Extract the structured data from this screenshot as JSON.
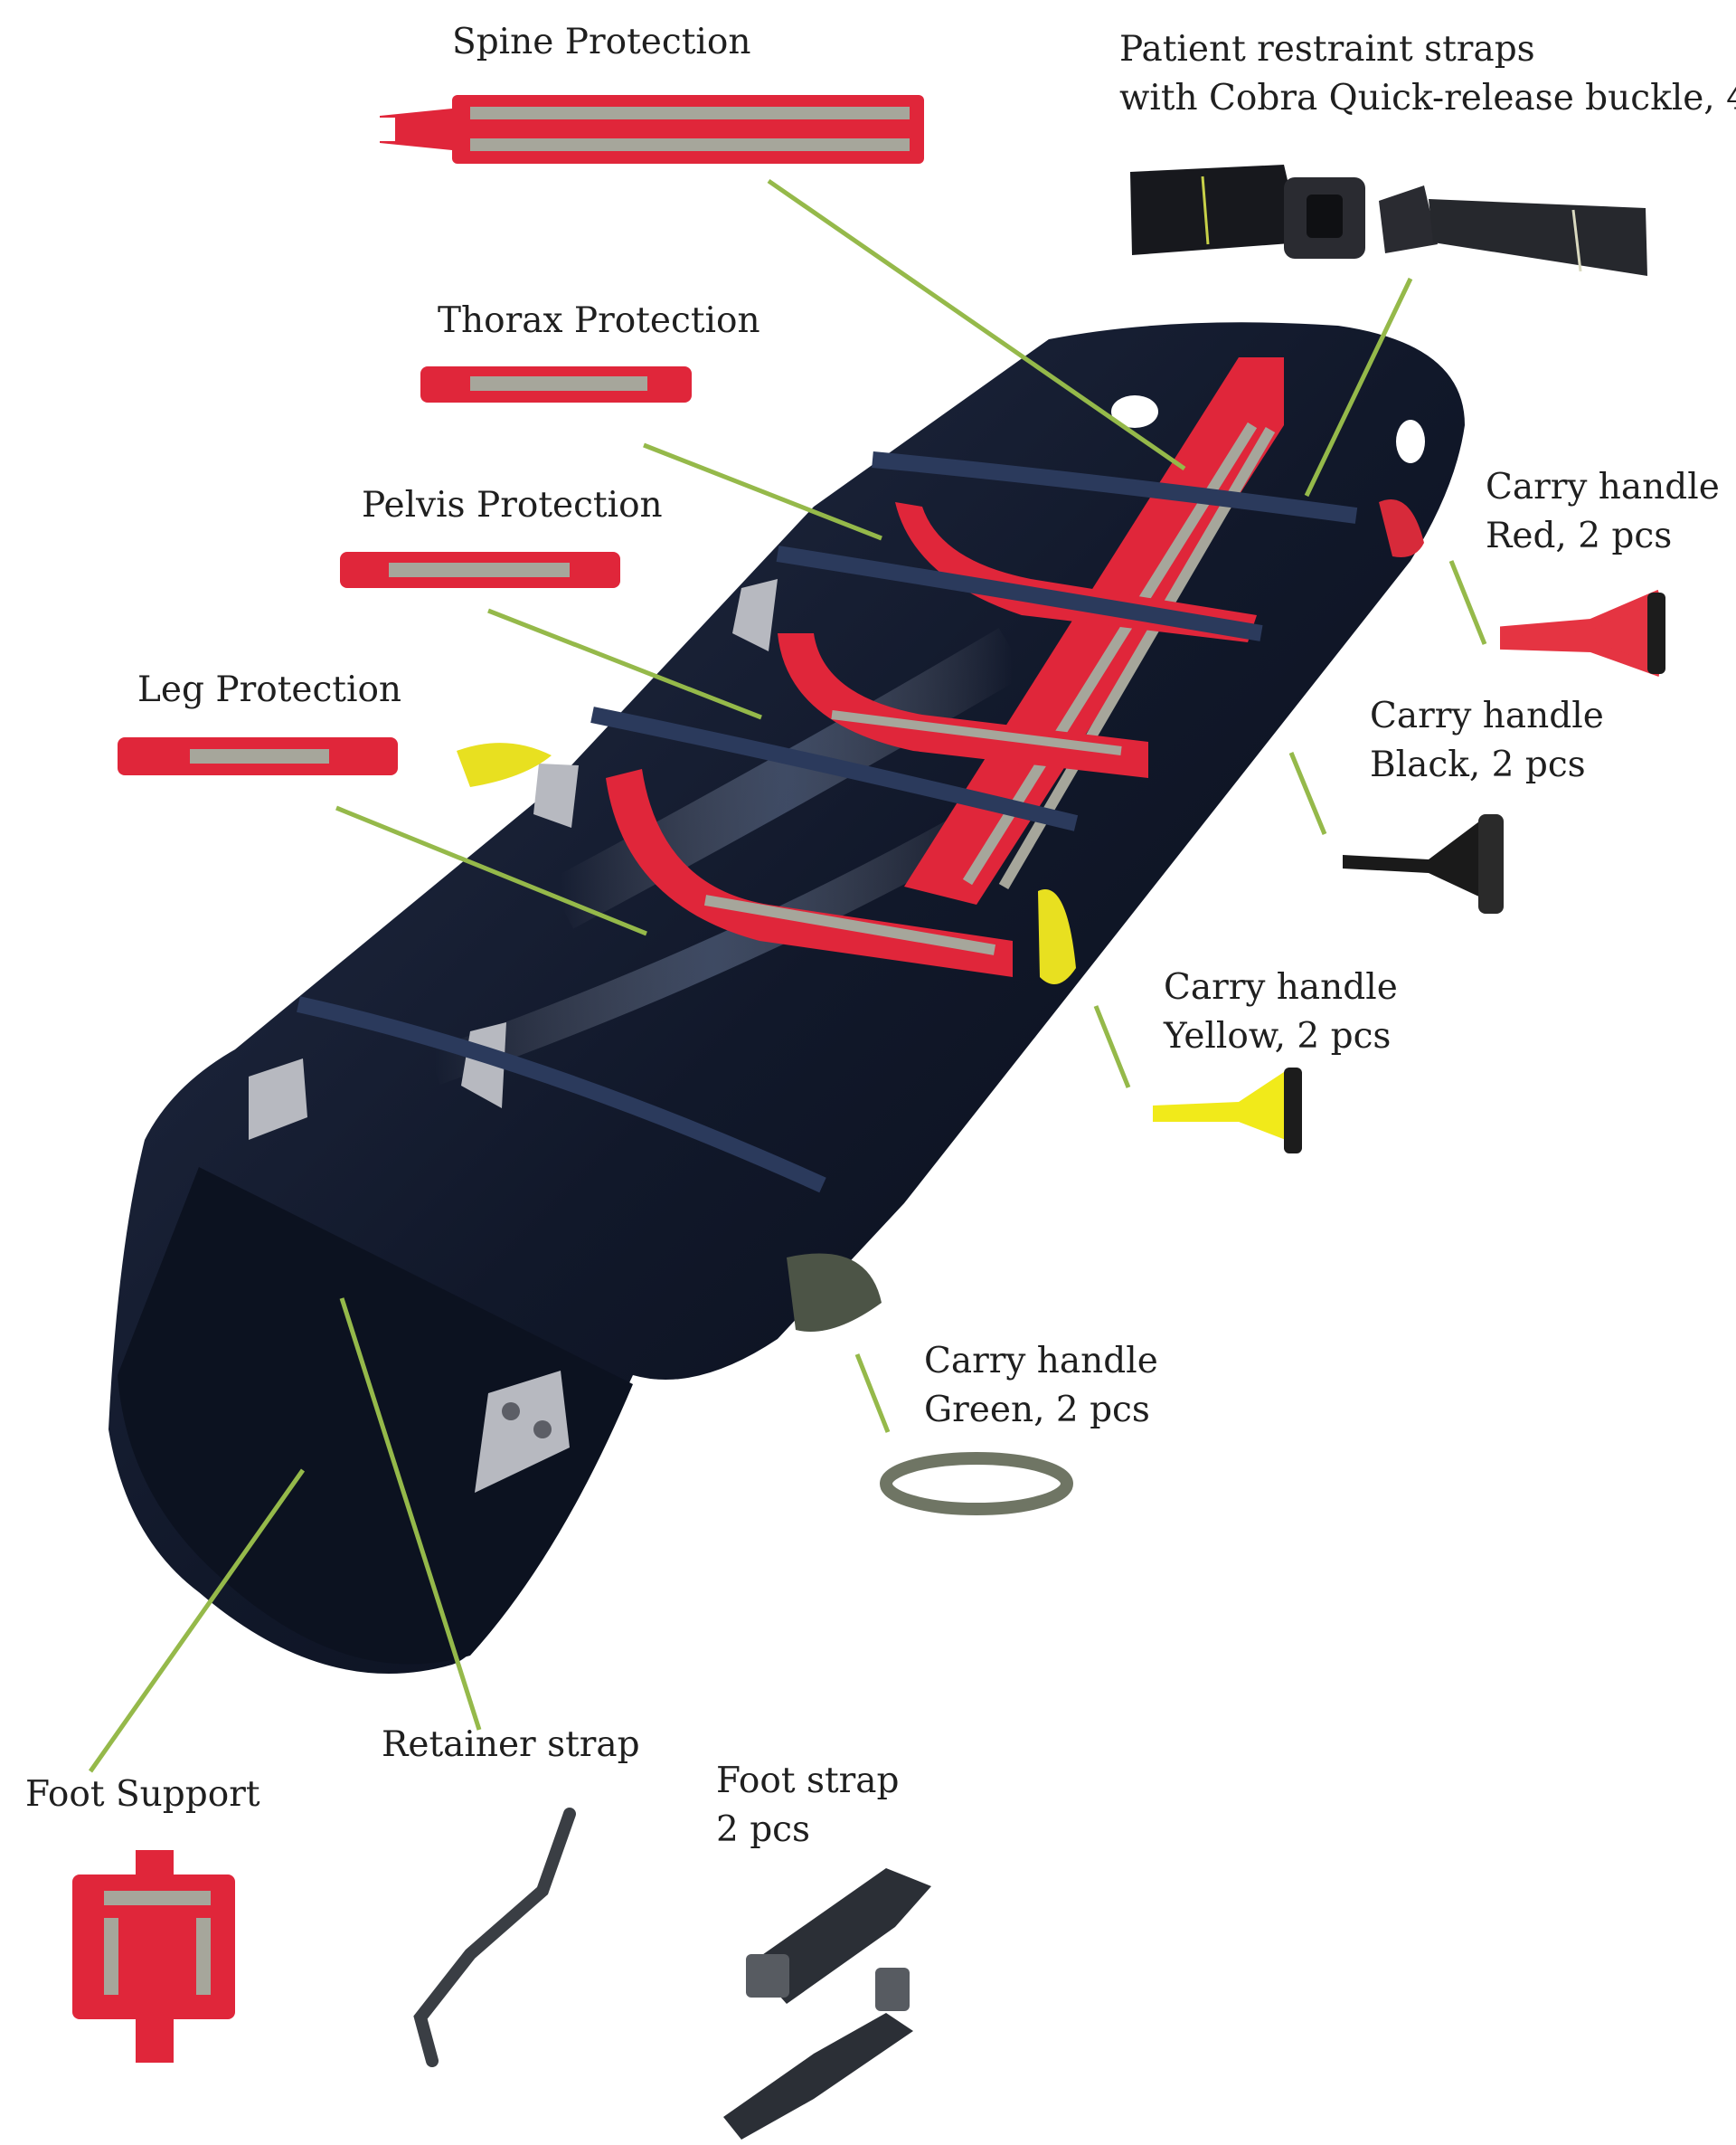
{
  "colors": {
    "leader_line": "#95b94a",
    "stretcher_body": "#11182a",
    "protection_red": "#e0263a",
    "reflective_grey": "#a6a69b",
    "label_text": "#1f1f1f"
  },
  "labels": {
    "spine_protection": "Spine Protection",
    "patient_straps_line1": "Patient restraint straps",
    "patient_straps_line2": "with Cobra Quick-release buckle, 4",
    "thorax_protection": "Thorax Protection",
    "pelvis_protection": "Pelvis Protection",
    "leg_protection": "Leg Protection",
    "carry_red_line1": "Carry handle",
    "carry_red_line2": "Red, 2 pcs",
    "carry_black_line1": "Carry handle",
    "carry_black_line2": "Black, 2 pcs",
    "carry_yellow_line1": "Carry handle",
    "carry_yellow_line2": "Yellow, 2 pcs",
    "carry_green_line1": "Carry handle",
    "carry_green_line2": "Green, 2 pcs",
    "foot_support": "Foot Support",
    "retainer_strap": "Retainer strap",
    "foot_strap_line1": "Foot strap",
    "foot_strap_line2": "2 pcs"
  },
  "handle_colors": {
    "red": "#e53442",
    "black": "#1a1a1a",
    "yellow": "#f1ea1a",
    "green": "#6f7564"
  }
}
